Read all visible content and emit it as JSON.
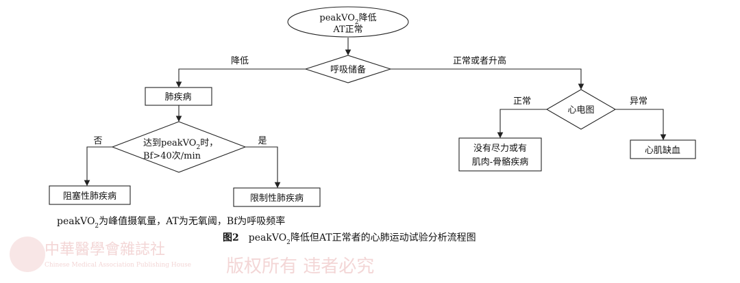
{
  "start": {
    "line1_a": "peakVO",
    "line1_sub": "2",
    "line1_b": "降低",
    "line2": "AT正常"
  },
  "breath_reserve": "呼吸储备",
  "edge_decrease": "降低",
  "edge_normal_or_high": "正常或者升高",
  "lung_disease": "肺疾病",
  "bf_check": {
    "line1_a": "达到peakVO",
    "line1_sub": "2",
    "line1_b": "时，",
    "line2": "Bf>40次/min"
  },
  "edge_no": "否",
  "edge_yes": "是",
  "obstructive": "阻塞性肺疾病",
  "restrictive": "限制性肺疾病",
  "ecg": "心电图",
  "edge_ecg_normal": "正常",
  "edge_ecg_abnormal": "异常",
  "no_effort": {
    "line1": "没有尽力或有",
    "line2": "肌肉-骨骼疾病"
  },
  "ischemia": "心肌缺血",
  "footnote": {
    "a": "peakVO",
    "sub": "2",
    "b": "为峰值摄氧量，AT为无氧阈，Bf为呼吸频率"
  },
  "caption": {
    "label": "图2",
    "a": "peakVO",
    "sub": "2",
    "b": "降低但AT正常者的心肺运动试验分析流程图"
  },
  "watermark": {
    "cn": "中華醫學會雜誌社",
    "en": "Chinese Medical Association Publishing House",
    "rights": "版权所有 违者必究"
  }
}
